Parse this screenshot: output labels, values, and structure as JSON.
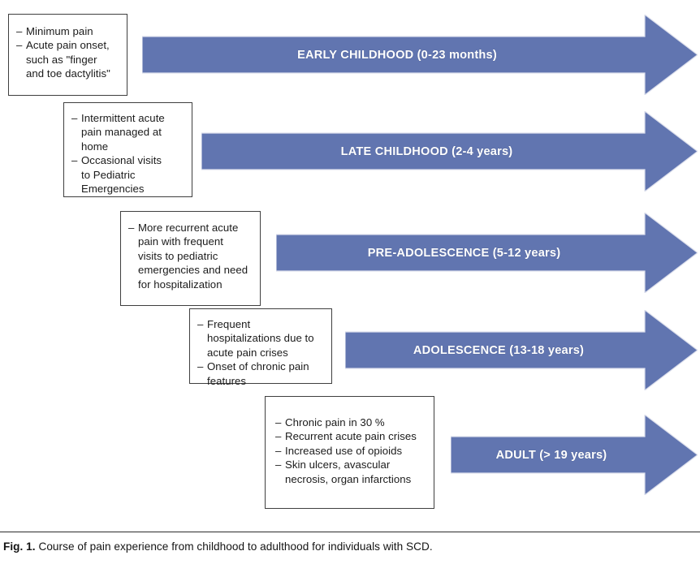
{
  "figure": {
    "caption_prefix": "Fig. 1.",
    "caption_text": "Course of pain experience from childhood to adulthood for individuals with SCD.",
    "arrow_color": "#6175b0",
    "box_border_color": "#3f3f3f",
    "text_color": "#1b1b1b"
  },
  "stages": [
    {
      "arrow_label": "EARLY CHILDHOOD (0-23 months)",
      "bullets": [
        "Minimum pain",
        "Acute pain onset, such as \"finger and toe dactylitis\""
      ],
      "bullet_lines": [
        [
          "Minimum pain"
        ],
        [
          "Acute pain onset,",
          "such as \"finger",
          "and toe dactylitis\""
        ]
      ]
    },
    {
      "arrow_label": "LATE CHILDHOOD (2-4 years)",
      "bullets": [
        "Intermittent acute pain managed at home",
        "Occasional visits to Pediatric Emergencies"
      ],
      "bullet_lines": [
        [
          "Intermittent acute",
          "pain managed at",
          "home"
        ],
        [
          "Occasional visits",
          "to Pediatric",
          "Emergencies"
        ]
      ]
    },
    {
      "arrow_label": "PRE-ADOLESCENCE (5-12 years)",
      "bullets": [
        "More recurrent acute pain with frequent visits to pediatric emergencies and need for hospitalization"
      ],
      "bullet_lines": [
        [
          "More recurrent acute",
          "pain with frequent",
          "visits to pediatric",
          "emergencies and need",
          "for hospitalization"
        ]
      ]
    },
    {
      "arrow_label": "ADOLESCENCE (13-18 years)",
      "bullets": [
        "Frequent hospitalizations due to acute pain crises",
        "Onset of chronic pain features"
      ],
      "bullet_lines": [
        [
          "Frequent",
          "hospitalizations due to",
          "acute pain crises"
        ],
        [
          "Onset of chronic pain",
          "features"
        ]
      ]
    },
    {
      "arrow_label": "ADULT (> 19 years)",
      "bullets": [
        "Chronic pain in 30 %",
        "Recurrent acute pain crises",
        "Increased use of opioids",
        "Skin ulcers, avascular necrosis, organ infarctions"
      ],
      "bullet_lines": [
        [
          "Chronic pain in 30 %"
        ],
        [
          "Recurrent acute pain crises"
        ],
        [
          "Increased use of opioids"
        ],
        [
          "Skin ulcers, avascular",
          "necrosis, organ infarctions"
        ]
      ]
    }
  ],
  "dash_glyph": "–"
}
